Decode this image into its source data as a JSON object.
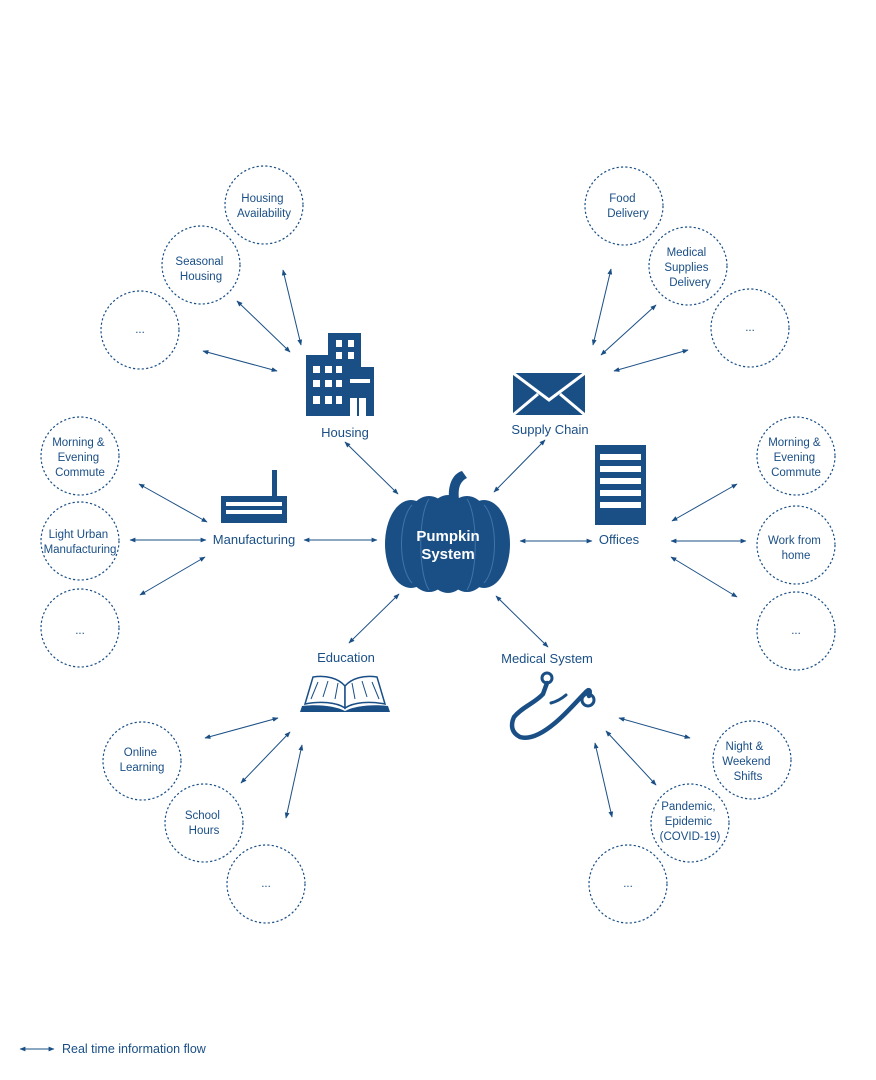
{
  "center": {
    "line1": "Pumpkin",
    "line2": "System"
  },
  "categories": {
    "housing": "Housing",
    "supply_chain": "Supply Chain",
    "manufacturing": "Manufacturing",
    "offices": "Offices",
    "education": "Education",
    "medical": "Medical System"
  },
  "bubbles": {
    "housing_availability": [
      "Housing",
      "Availability"
    ],
    "seasonal_housing": [
      "Seasonal",
      "Housing"
    ],
    "housing_more": [
      "..."
    ],
    "food_delivery": [
      "Food",
      "Delivery"
    ],
    "medical_supplies": [
      "Medical",
      "Supplies",
      "Delivery"
    ],
    "supply_more": [
      "..."
    ],
    "manuf_commute": [
      "Morning &",
      "Evening",
      "Commute"
    ],
    "light_urban": [
      "Light Urban",
      "Manufacturing"
    ],
    "manuf_more": [
      "..."
    ],
    "offices_commute": [
      "Morning &",
      "Evening",
      "Commute"
    ],
    "work_from_home": [
      "Work from",
      "home"
    ],
    "offices_more": [
      "..."
    ],
    "online_learning": [
      "Online",
      "Learning"
    ],
    "school_hours": [
      "School",
      "Hours"
    ],
    "education_more": [
      "..."
    ],
    "night_shifts": [
      "Night &",
      "Weekend",
      "Shifts"
    ],
    "pandemic": [
      "Pandemic,",
      "Epidemic",
      "(COVID-19)"
    ],
    "medical_more": [
      "..."
    ]
  },
  "legend": {
    "label": "Real time information flow"
  },
  "colors": {
    "primary": "#1a4f86",
    "background": "#ffffff"
  }
}
